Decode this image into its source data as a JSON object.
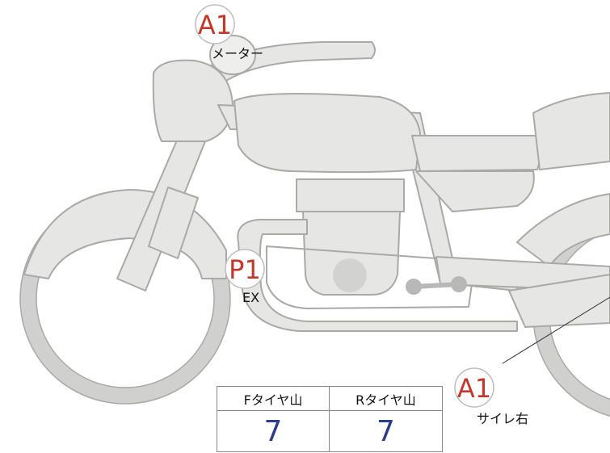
{
  "callouts": [
    {
      "code": "A1",
      "label": "メーター"
    },
    {
      "code": "P1",
      "label": "EX"
    },
    {
      "code": "A1",
      "label": "サイレ右"
    }
  ],
  "tire_table": {
    "headers": [
      "Fタイヤ山",
      "Rタイヤ山"
    ],
    "values": [
      "7",
      "7"
    ]
  },
  "colors": {
    "callout_code": "#c0392b",
    "value_text": "#2c3e8a",
    "bike_fill": "#e6e7e4",
    "bike_stroke": "#a9aaa6"
  }
}
